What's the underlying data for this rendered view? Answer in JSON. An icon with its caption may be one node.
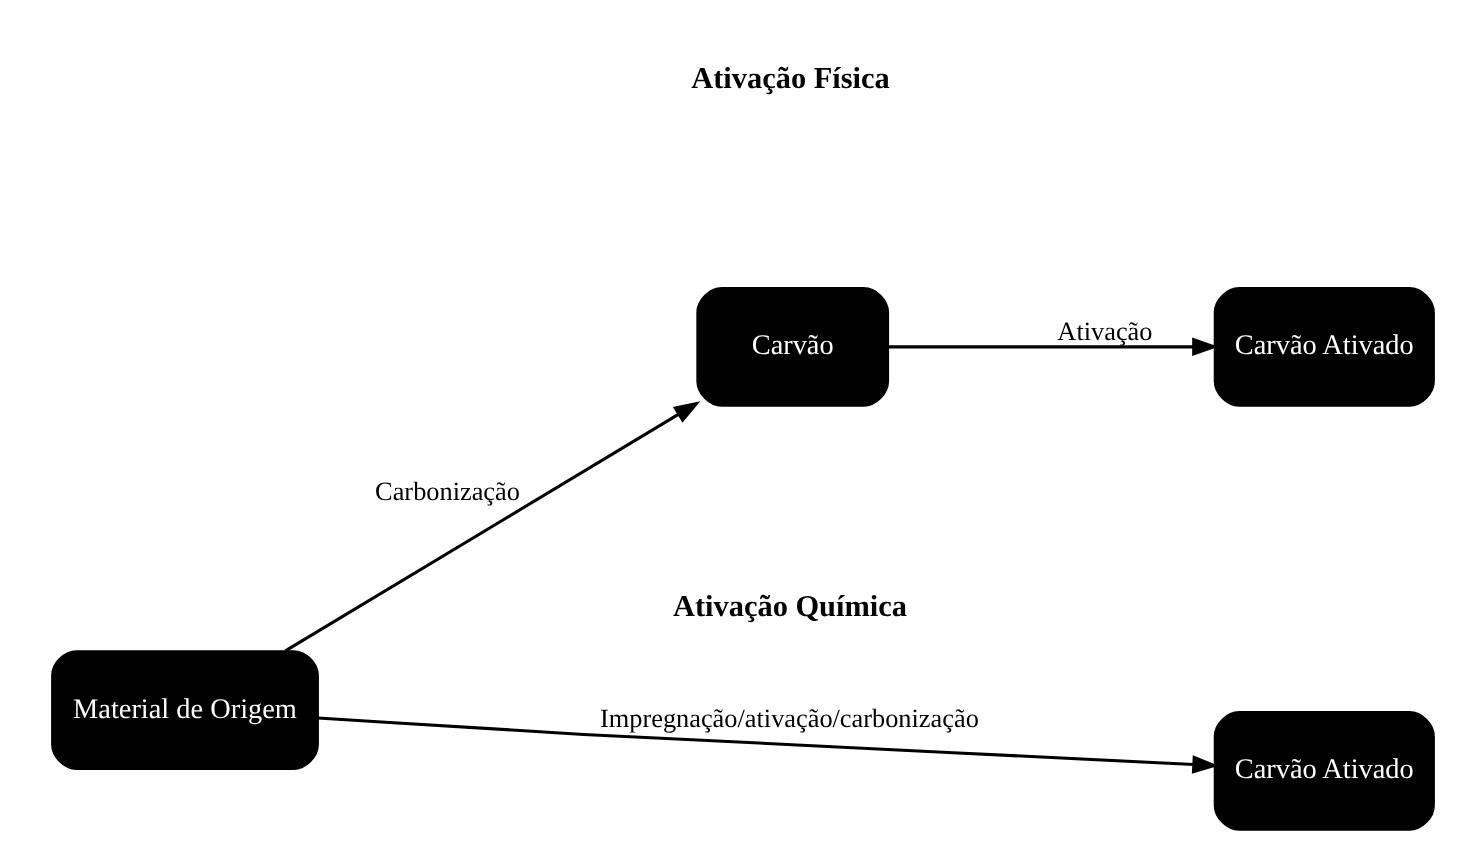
{
  "diagram": {
    "nodes": [
      {
        "text": [
          "Material de Origem"
        ]
      },
      {
        "text": [
          "Carvão"
        ]
      },
      {
        "text": [
          "Carvão Ativado"
        ]
      },
      {
        "text": [
          "Carvão Ativado"
        ]
      }
    ],
    "edges": [
      {
        "from": 0,
        "to": 1,
        "arrow": "to",
        "label": "Carbonização"
      },
      {
        "from": 1,
        "to": 2,
        "arrow": "to",
        "label": "Ativação"
      },
      {
        "from": 0,
        "to": 3,
        "arrow": "to",
        "label": "Impregnação/ativação/carbonização"
      }
    ],
    "labels": [
      "Ativação Física",
      "Ativação Química"
    ]
  }
}
